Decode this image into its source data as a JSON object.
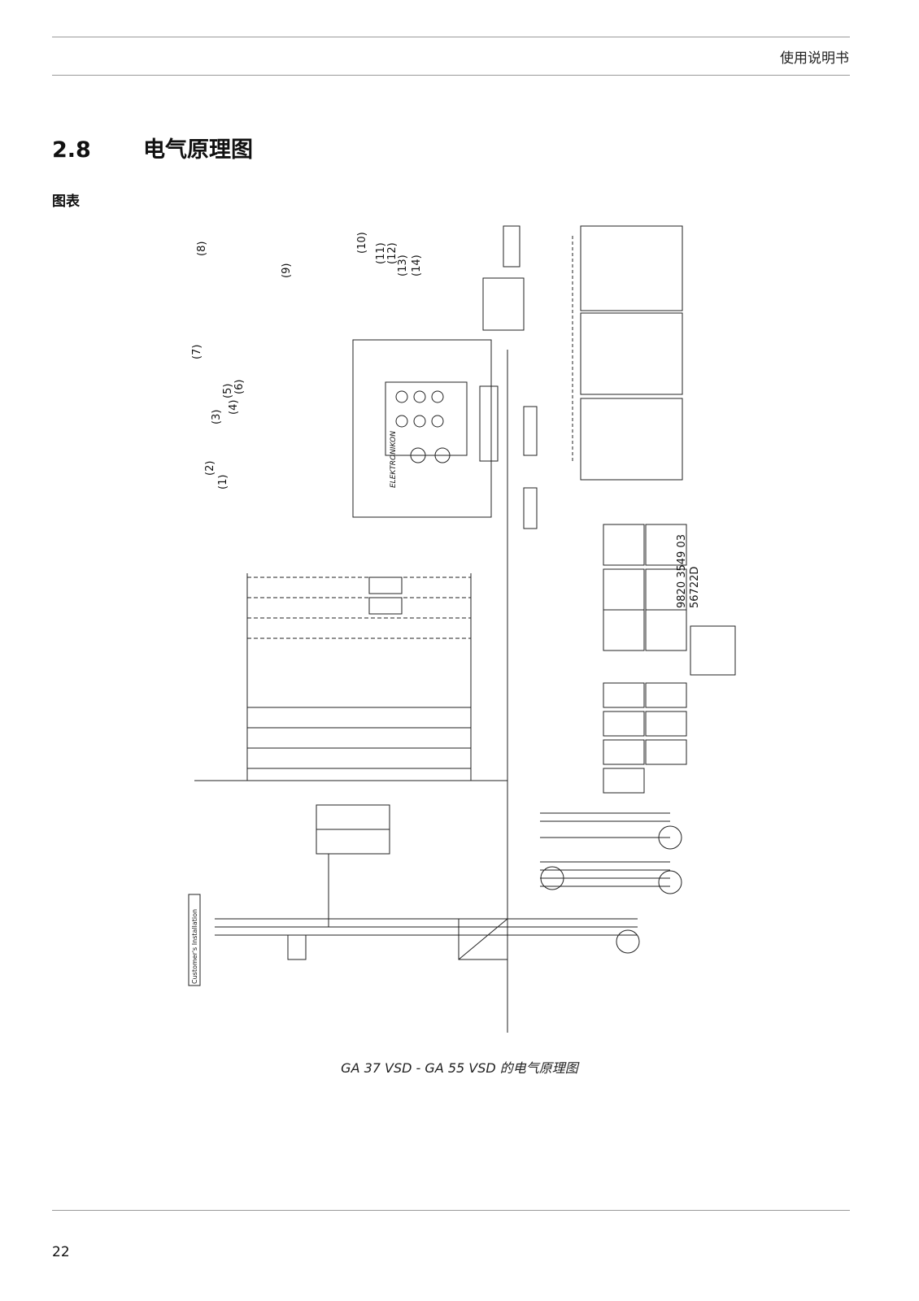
{
  "header": {
    "title": "使用说明书"
  },
  "section": {
    "number": "2.8",
    "title": "电气原理图"
  },
  "subheading": "图表",
  "figure": {
    "callouts": [
      "(1)",
      "(2)",
      "(3)",
      "(4)",
      "(5)",
      "(6)",
      "(7)",
      "(8)",
      "(9)",
      "(10)",
      "(11)",
      "(12)",
      "(13)",
      "(14)"
    ],
    "drawing_number_1": "9820 3549 03",
    "drawing_number_2": "56722D",
    "controller_name": "ELEKTRONIKON",
    "customer_box_label": "Customer's Installation"
  },
  "caption": "GA 37 VSD - GA 55 VSD 的电气原理图",
  "footer": {
    "page_number": "22"
  }
}
